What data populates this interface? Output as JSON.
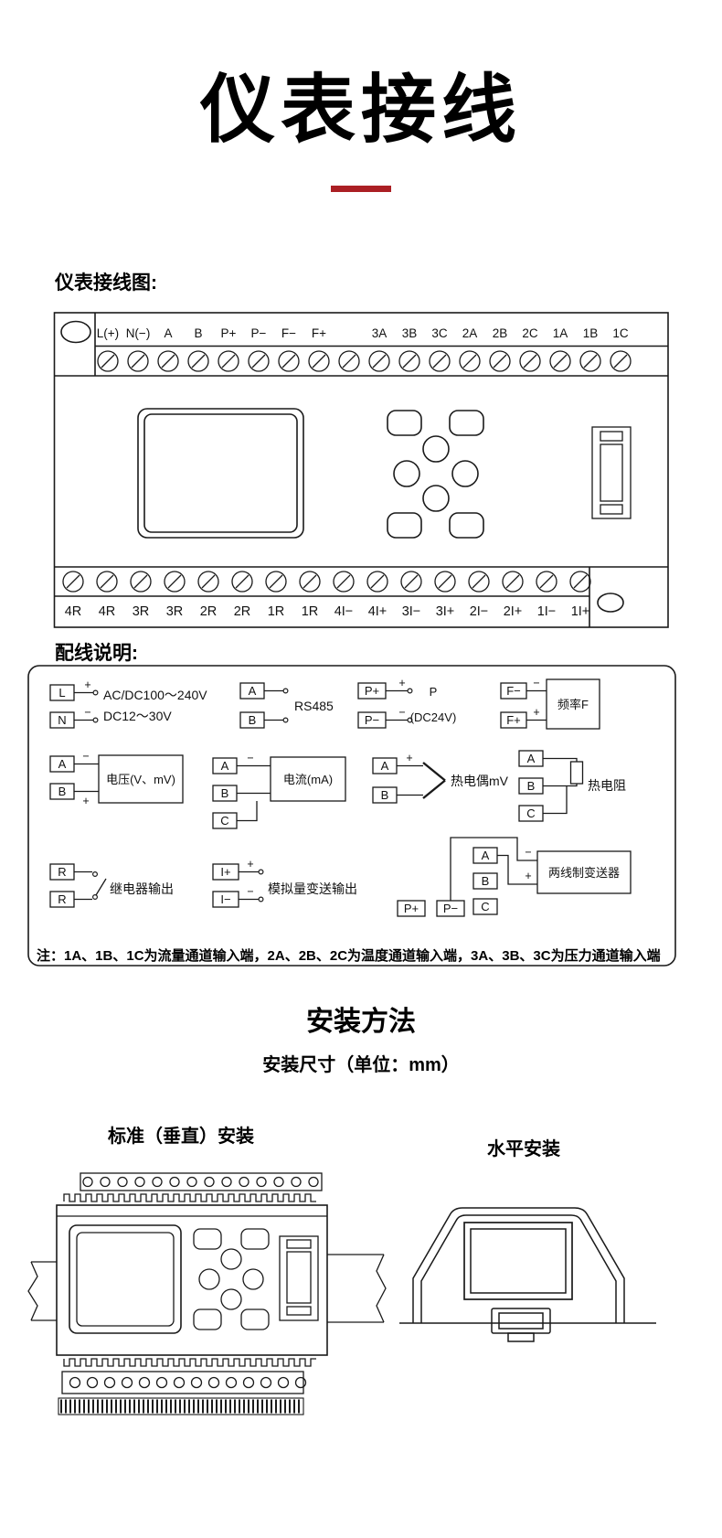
{
  "page": {
    "title": "仪表接线",
    "wiring_diagram_label": "仪表接线图:",
    "wiring_notes_label": "配线说明:",
    "note": "注：1A、1B、1C为流量通道输入端，2A、2B、2C为温度通道输入端，3A、3B、3C为压力通道输入端",
    "install_title": "安装方法",
    "install_subtitle": "安装尺寸（单位：mm）",
    "vertical_install_label": "标准（垂直）安装",
    "horizontal_install_label": "水平安装"
  },
  "colors": {
    "accent_red": "#ab1f24",
    "line_black": "#1a1a1a"
  },
  "device": {
    "top_terminals": [
      "L(+)",
      "N(−)",
      "A",
      "B",
      "P+",
      "P−",
      "F−",
      "F+",
      "3A",
      "3B",
      "3C",
      "2A",
      "2B",
      "2C",
      "1A",
      "1B",
      "1C"
    ],
    "bottom_terminals": [
      "4R",
      "4R",
      "3R",
      "3R",
      "2R",
      "2R",
      "1R",
      "1R",
      "4I−",
      "4I+",
      "3I−",
      "3I+",
      "2I−",
      "2I+",
      "1I−",
      "1I+"
    ]
  },
  "wiring_groups": {
    "power": {
      "terminal1": "L",
      "terminal2": "N",
      "plus": "+",
      "minus": "−",
      "text1": "AC/DC100～240V",
      "text2": "DC12～30V"
    },
    "rs485": {
      "terminal1": "A",
      "terminal2": "B",
      "label": "RS485"
    },
    "p24": {
      "terminal1": "P+",
      "terminal2": "P−",
      "plus": "+",
      "minus": "−",
      "text1": "P",
      "text2": "(DC24V)"
    },
    "freq": {
      "terminal1": "F−",
      "terminal2": "F+",
      "plus": "+",
      "minus": "−",
      "label": "频率F"
    },
    "voltage": {
      "terminal1": "A",
      "terminal2": "B",
      "plus": "+",
      "minus": "−",
      "label": "电压(V、mV)"
    },
    "current": {
      "terminal1": "A",
      "terminal2": "B",
      "terminal3": "C",
      "minus": "−",
      "label": "电流(mA)"
    },
    "thermocouple": {
      "terminal1": "A",
      "terminal2": "B",
      "plus": "+",
      "label": "热电偶mV"
    },
    "rtd": {
      "terminal1": "A",
      "terminal2": "B",
      "terminal3": "C",
      "label": "热电阻"
    },
    "relay": {
      "terminal1": "R",
      "terminal2": "R",
      "label": "继电器输出"
    },
    "analog_output": {
      "terminal1": "I+",
      "terminal2": "I−",
      "plus": "+",
      "minus": "−",
      "label": "模拟量变送输出"
    },
    "transmitter": {
      "terminal1": "A",
      "terminal2": "B",
      "terminal3": "C",
      "terminal4": "P+",
      "terminal5": "P−",
      "plus": "+",
      "minus": "−",
      "label": "两线制变送器"
    }
  }
}
